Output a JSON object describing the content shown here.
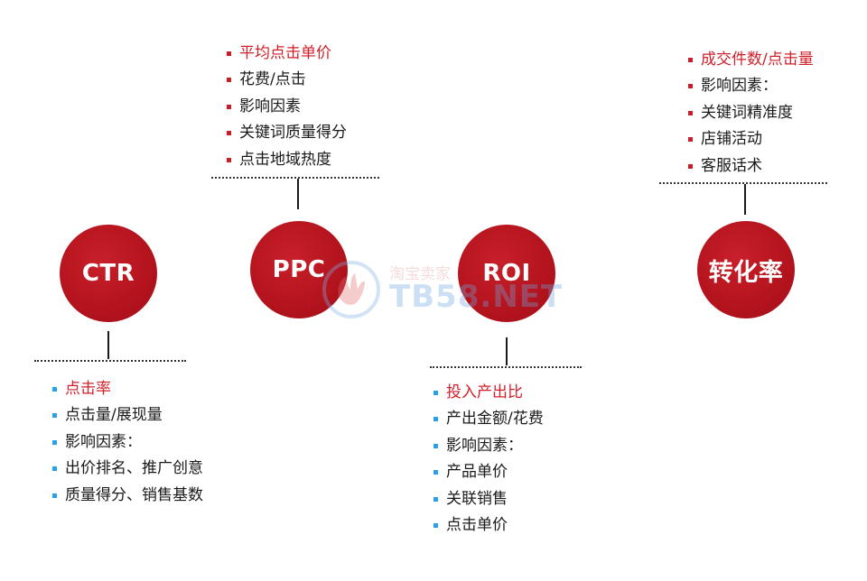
{
  "nodes": {
    "ctr": {
      "label": "CTR",
      "items": [
        "点击率",
        "点击量/展现量",
        "影响因素：",
        "出价排名、推广创意",
        "质量得分、销售基数"
      ]
    },
    "ppc": {
      "label": "PPC",
      "items": [
        "平均点击单价",
        "花费/点击",
        "影响因素",
        "关键词质量得分",
        "点击地域热度"
      ]
    },
    "roi": {
      "label": "ROI",
      "items": [
        "投入产出比",
        "产出金额/花费",
        "影响因素：",
        "产品单价",
        "关联销售",
        "点击单价"
      ]
    },
    "conversion": {
      "label": "转化率",
      "items": [
        "成交件数/点击量",
        "影响因素：",
        "关键词精准度",
        "店铺活动",
        "客服话术"
      ]
    }
  },
  "watermark": {
    "line1": "淘宝卖家",
    "line2": "TB58.NET"
  },
  "colors": {
    "circle": "#b5141e",
    "heading_text": "#d01f2a",
    "bullet_red": "#c81e28",
    "bullet_blue": "#2aa0e6"
  }
}
